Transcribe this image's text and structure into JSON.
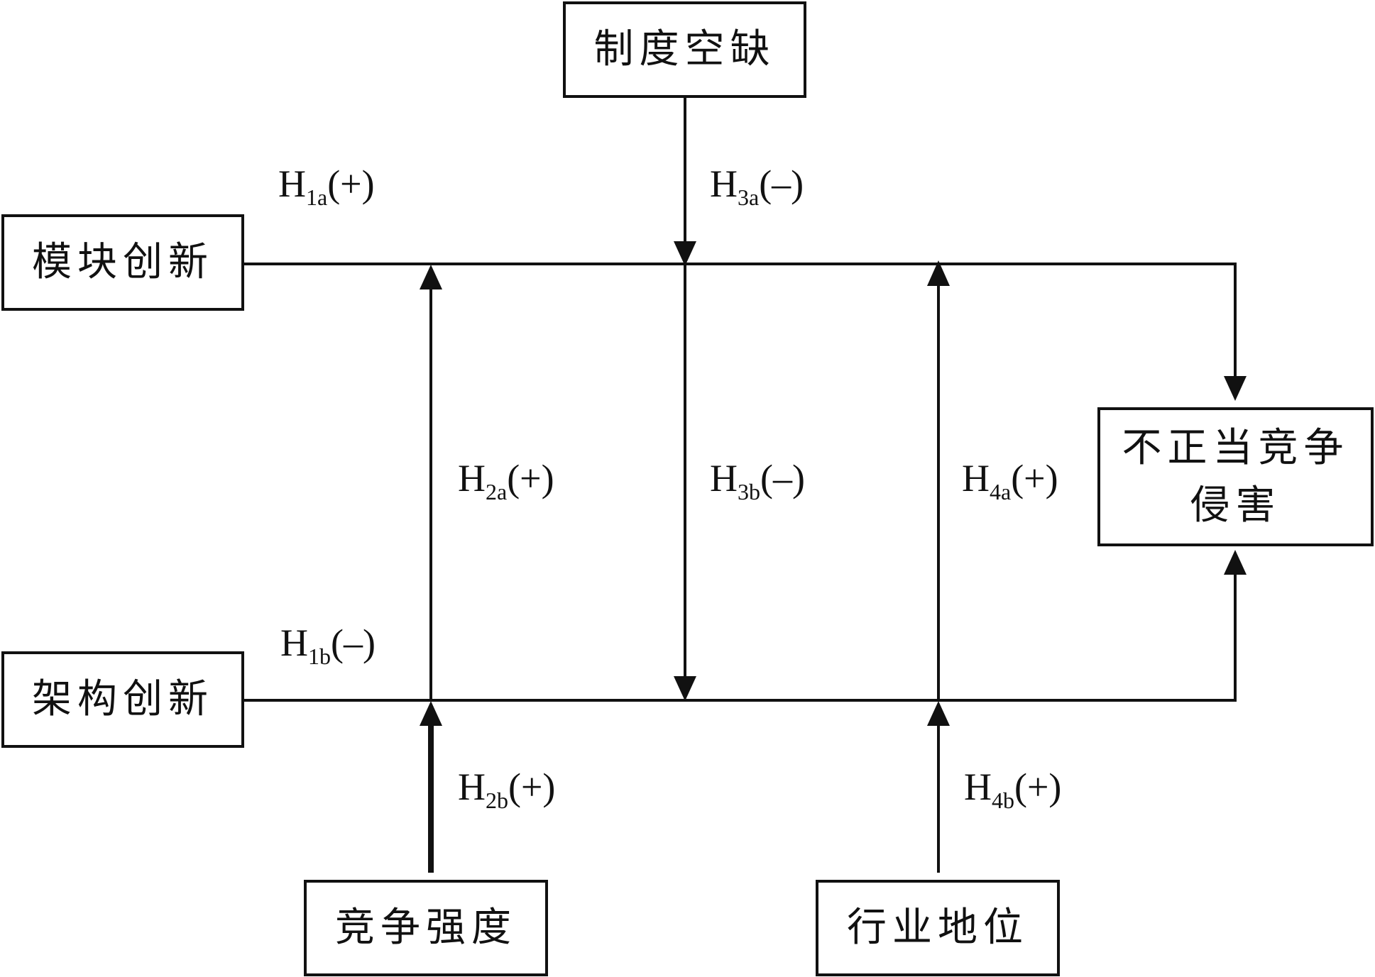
{
  "boxes": {
    "institutional_void": "制度空缺",
    "modular_innovation": "模块创新",
    "architectural_innovation": "架构创新",
    "unfair_competition": "不正当竞争\n侵害",
    "competition_intensity": "竞争强度",
    "industry_position": "行业地位"
  },
  "hypotheses": {
    "h1a": {
      "h": "H",
      "sub": "1a",
      "sign": "(+)"
    },
    "h1b": {
      "h": "H",
      "sub": "1b",
      "sign": "(–)"
    },
    "h2a": {
      "h": "H",
      "sub": "2a",
      "sign": "(+)"
    },
    "h2b": {
      "h": "H",
      "sub": "2b",
      "sign": "(+)"
    },
    "h3a": {
      "h": "H",
      "sub": "3a",
      "sign": "(–)"
    },
    "h3b": {
      "h": "H",
      "sub": "3b",
      "sign": "(–)"
    },
    "h4a": {
      "h": "H",
      "sub": "4a",
      "sign": "(+)"
    },
    "h4b": {
      "h": "H",
      "sub": "4b",
      "sign": "(+)"
    }
  }
}
